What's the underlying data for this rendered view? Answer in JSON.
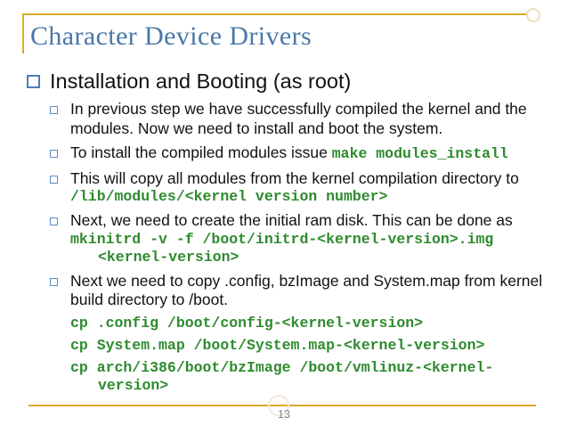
{
  "slide": {
    "title": "Character Device Drivers",
    "page_number": "13",
    "colors": {
      "title_blue": "#4A78A8",
      "accent_gold": "#DFA927",
      "code_green": "#2E8B2E",
      "bullet_blue": "#4A7EBB",
      "page_number_gray_blue": "#7388A3",
      "body_text": "#111111",
      "background": "#FFFFFF"
    }
  },
  "content": {
    "heading": "Installation and Booting (as root)",
    "items": [
      {
        "text": "In previous step we have successfully compiled the kernel and the modules. Now we need to install and boot the system."
      },
      {
        "text": "To install the compiled modules issue ",
        "code": "make modules_install"
      },
      {
        "text": "This will copy all modules from the kernel compilation directory to",
        "code": "/lib/modules/<kernel version number>"
      },
      {
        "text": "Next, we need to create the initial ram disk. This can be done as",
        "code_line1": "mkinitrd -v -f /boot/initrd-<kernel-version>.img",
        "code_line2": "<kernel-version>"
      },
      {
        "text": "Next we need to copy .config, bzImage and System.map from kernel build directory to /boot.",
        "code1": "cp .config /boot/config-<kernel-version>",
        "code2": "cp System.map /boot/System.map-<kernel-version>",
        "code3_line1": "cp arch/i386/boot/bzImage /boot/vmlinuz-<kernel-",
        "code3_line2": "version>"
      }
    ]
  }
}
